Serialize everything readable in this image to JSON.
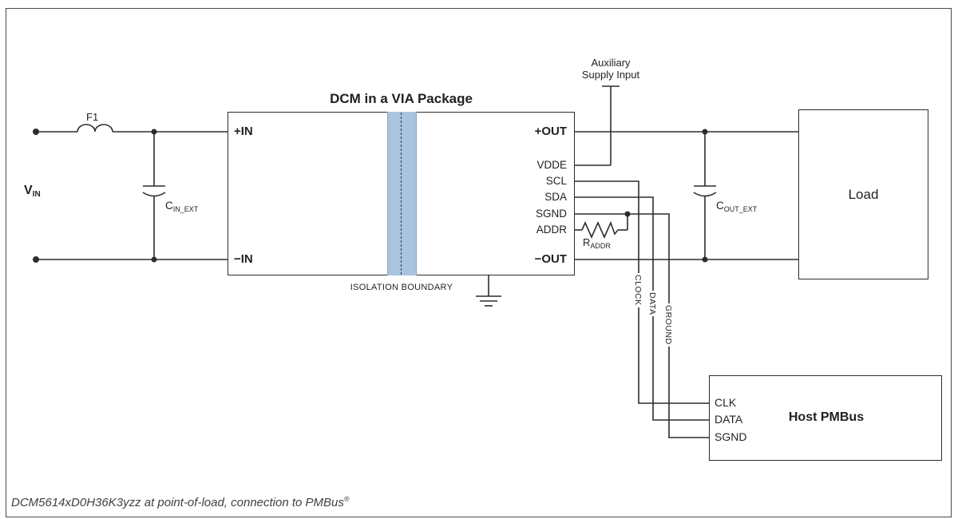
{
  "title": "DCM in a VIA Package",
  "isolation": "ISOLATION BOUNDARY",
  "aux": {
    "line1": "Auxiliary",
    "line2": "Supply Input"
  },
  "dcm_pins": {
    "in_pos": "+IN",
    "in_neg": "−IN",
    "out_pos": "+OUT",
    "vdde": "VDDE",
    "scl": "SCL",
    "sda": "SDA",
    "sgnd": "SGND",
    "addr": "ADDR",
    "out_neg": "−OUT"
  },
  "components": {
    "fuse": "F1",
    "vin_main": "V",
    "vin_sub": "IN",
    "cin_main": "C",
    "cin_sub": "IN_EXT",
    "cout_main": "C",
    "cout_sub": "OUT_EXT",
    "raddr_main": "R",
    "raddr_sub": "ADDR"
  },
  "load_label": "Load",
  "host": {
    "title": "Host PMBus",
    "clk": "CLK",
    "data": "DATA",
    "sgnd": "SGND"
  },
  "bus": {
    "clock": "CLOCK",
    "data": "DATA",
    "ground": "GROUND"
  },
  "caption": {
    "text": "DCM5614xD0H36K3yzz at point-of-load, connection to PMBus",
    "sup": "®"
  }
}
